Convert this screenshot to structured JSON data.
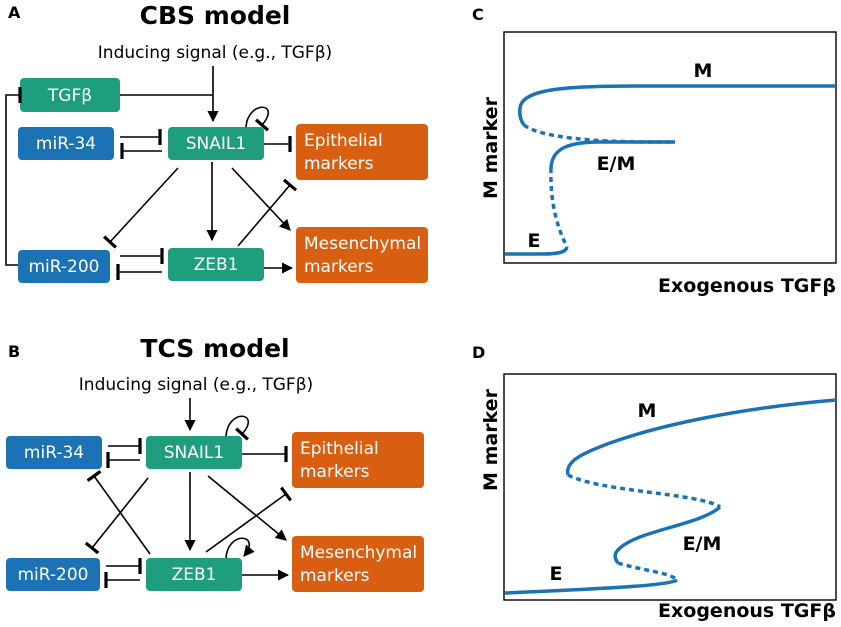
{
  "colors": {
    "green": "#1e9e7c",
    "blue": "#1b72b4",
    "orange": "#d85f11",
    "curve": "#1b72b4",
    "line": "#000000"
  },
  "panel_a": {
    "letter": "A",
    "title": "CBS model",
    "signal": "Inducing signal (e.g., TGFβ)",
    "nodes": {
      "tgfb": "TGFβ",
      "mir34": "miR-34",
      "snail1": "SNAIL1",
      "mir200": "miR-200",
      "zeb1": "ZEB1",
      "epi_1": "Epithelial",
      "epi_2": "markers",
      "mes_1": "Mesenchymal",
      "mes_2": "markers"
    }
  },
  "panel_b": {
    "letter": "B",
    "title": "TCS model",
    "signal": "Inducing signal (e.g., TGFβ)",
    "nodes": {
      "mir34": "miR-34",
      "snail1": "SNAIL1",
      "mir200": "miR-200",
      "zeb1": "ZEB1",
      "epi_1": "Epithelial",
      "epi_2": "markers",
      "mes_1": "Mesenchymal",
      "mes_2": "markers"
    }
  },
  "panel_c": {
    "letter": "C",
    "ylabel": "M marker",
    "xlabel": "Exogenous TGFβ",
    "branches": {
      "m": "M",
      "em": "E/M",
      "e": "E"
    }
  },
  "panel_d": {
    "letter": "D",
    "ylabel": "M marker",
    "xlabel": "Exogenous TGFβ",
    "branches": {
      "m": "M",
      "em": "E/M",
      "e": "E"
    }
  }
}
